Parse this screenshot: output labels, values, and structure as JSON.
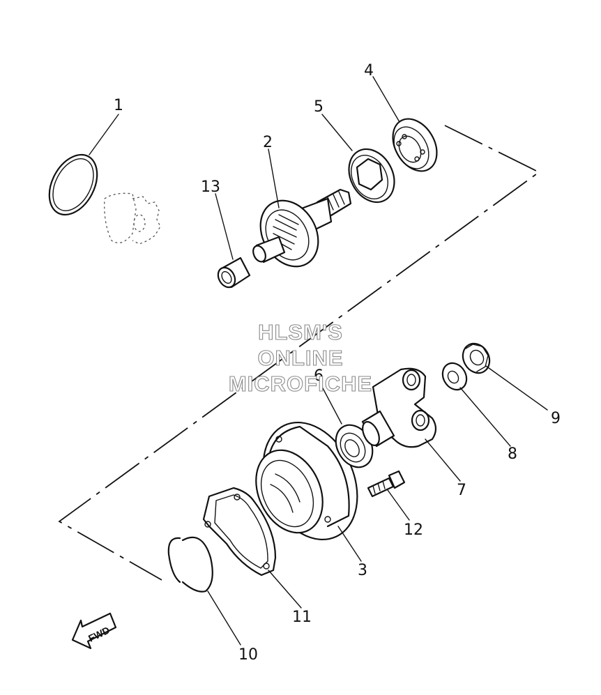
{
  "watermark": {
    "line1": "HLSM'S",
    "line2": "ONLINE",
    "line3": "MICROFICHE"
  },
  "direction_label": "FWD",
  "callouts": [
    "1",
    "2",
    "3",
    "4",
    "5",
    "6",
    "7",
    "8",
    "9",
    "10",
    "11",
    "12",
    "13"
  ]
}
